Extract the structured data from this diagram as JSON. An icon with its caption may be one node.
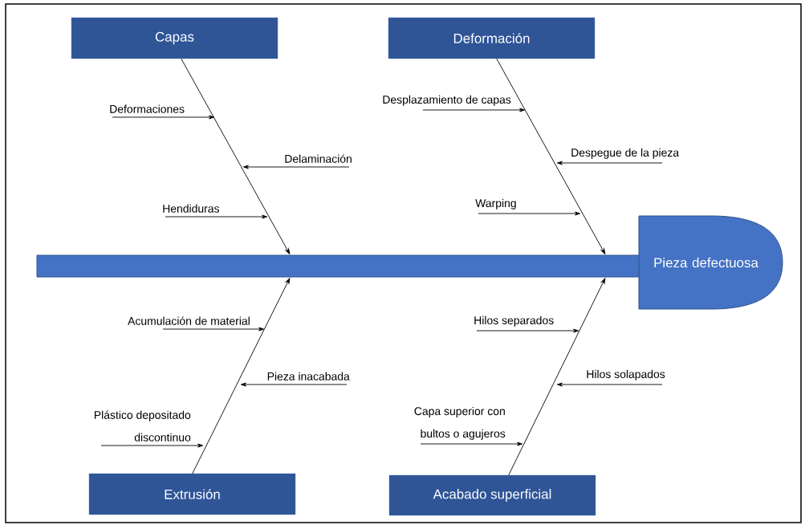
{
  "diagram": {
    "nodes": [
      {
        "text": [
          "Capas"
        ]
      },
      {
        "text": [
          "Deformación"
        ]
      },
      {
        "text": [
          "Deformaciones"
        ]
      },
      {
        "text": [
          "Desplazamiento de capas"
        ]
      },
      {
        "text": [
          "Delaminación"
        ]
      },
      {
        "text": [
          "Despegue de la pieza"
        ]
      },
      {
        "text": [
          "Warping"
        ]
      },
      {
        "text": [
          "Hendiduras"
        ]
      },
      {
        "text": [],
        "shape": "bar"
      },
      {
        "text": [
          "Pieza defectuosa"
        ]
      },
      {
        "text": [
          "Hilos separados"
        ]
      },
      {
        "text": [
          "Acumulación de material"
        ]
      },
      {
        "text": [
          "Pieza inacabada"
        ]
      },
      {
        "text": [
          "Hilos solapados"
        ]
      },
      {
        "text": [
          "Plástico depositado discontinuo"
        ]
      },
      {
        "text": [
          "Capa superior con bultos o agujeros"
        ]
      },
      {
        "text": [
          "Extrusión"
        ]
      },
      {
        "text": [
          "Acabado superficial"
        ]
      }
    ],
    "edges": [
      {
        "from": 0,
        "to": 8,
        "arrow": "to"
      },
      {
        "from": 1,
        "to": 8,
        "arrow": "to"
      },
      {
        "from": 16,
        "to": 8,
        "arrow": "to"
      },
      {
        "from": 17,
        "to": 8,
        "arrow": "to"
      },
      {
        "from": 2,
        "to": null,
        "arrow": "to"
      },
      {
        "from": 4,
        "to": null,
        "arrow": "to"
      },
      {
        "from": 7,
        "to": null,
        "arrow": "to"
      },
      {
        "from": 3,
        "to": null,
        "arrow": "to"
      },
      {
        "from": 5,
        "to": null,
        "arrow": "to"
      },
      {
        "from": 6,
        "to": null,
        "arrow": "to"
      },
      {
        "from": 11,
        "to": null,
        "arrow": "to"
      },
      {
        "from": 12,
        "to": null,
        "arrow": "to"
      },
      {
        "from": 14,
        "to": null,
        "arrow": "to"
      },
      {
        "from": 10,
        "to": null,
        "arrow": "to"
      },
      {
        "from": 13,
        "to": null,
        "arrow": "to"
      },
      {
        "from": 15,
        "to": null,
        "arrow": "to"
      }
    ]
  }
}
